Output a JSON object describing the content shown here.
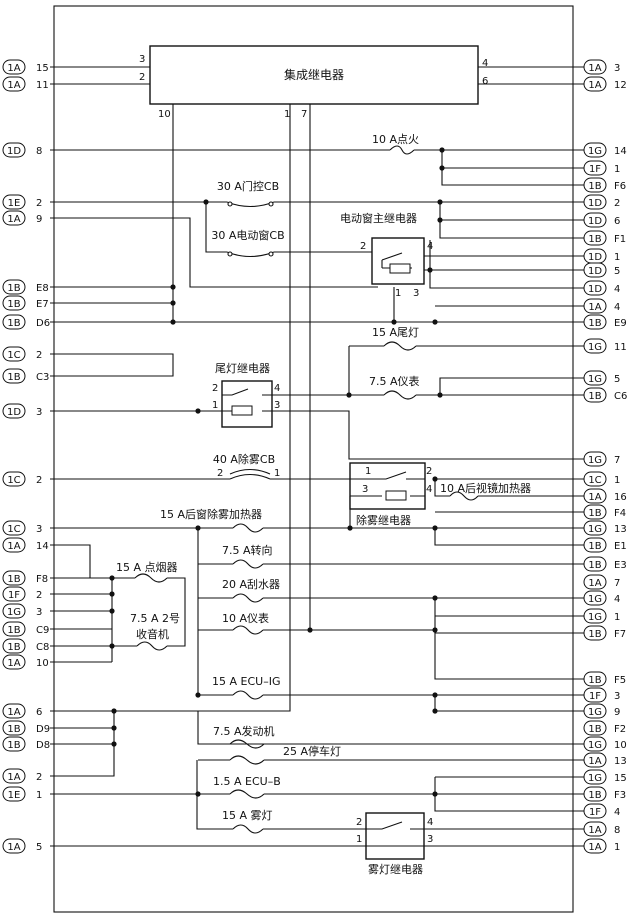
{
  "central": {
    "label": "集成继电器"
  },
  "left_connectors": [
    {
      "c": "1A",
      "p": "15"
    },
    {
      "c": "1A",
      "p": "11"
    },
    {
      "c": "1D",
      "p": "8"
    },
    {
      "c": "1E",
      "p": "2"
    },
    {
      "c": "1A",
      "p": "9"
    },
    {
      "c": "1B",
      "p": "E8"
    },
    {
      "c": "1B",
      "p": "E7"
    },
    {
      "c": "1B",
      "p": "D6"
    },
    {
      "c": "1C",
      "p": "2"
    },
    {
      "c": "1B",
      "p": "C3"
    },
    {
      "c": "1D",
      "p": "3"
    },
    {
      "c": "1C",
      "p": "2"
    },
    {
      "c": "1C",
      "p": "3"
    },
    {
      "c": "1A",
      "p": "14"
    },
    {
      "c": "1B",
      "p": "F8"
    },
    {
      "c": "1F",
      "p": "2"
    },
    {
      "c": "1G",
      "p": "3"
    },
    {
      "c": "1B",
      "p": "C9"
    },
    {
      "c": "1B",
      "p": "C8"
    },
    {
      "c": "1A",
      "p": "10"
    },
    {
      "c": "1A",
      "p": "6"
    },
    {
      "c": "1B",
      "p": "D9"
    },
    {
      "c": "1B",
      "p": "D8"
    },
    {
      "c": "1A",
      "p": "2"
    },
    {
      "c": "1E",
      "p": "1"
    },
    {
      "c": "1A",
      "p": "5"
    }
  ],
  "right_connectors": [
    {
      "c": "1A",
      "p": "3"
    },
    {
      "c": "1A",
      "p": "12"
    },
    {
      "c": "1G",
      "p": "14"
    },
    {
      "c": "1F",
      "p": "1"
    },
    {
      "c": "1B",
      "p": "F6"
    },
    {
      "c": "1D",
      "p": "2"
    },
    {
      "c": "1D",
      "p": "6"
    },
    {
      "c": "1B",
      "p": "F1"
    },
    {
      "c": "1D",
      "p": "1"
    },
    {
      "c": "1D",
      "p": "5"
    },
    {
      "c": "1D",
      "p": "4"
    },
    {
      "c": "1A",
      "p": "4"
    },
    {
      "c": "1B",
      "p": "E9"
    },
    {
      "c": "1G",
      "p": "11"
    },
    {
      "c": "1G",
      "p": "5"
    },
    {
      "c": "1B",
      "p": "C6"
    },
    {
      "c": "1G",
      "p": "7"
    },
    {
      "c": "1C",
      "p": "1"
    },
    {
      "c": "1A",
      "p": "16"
    },
    {
      "c": "1B",
      "p": "F4"
    },
    {
      "c": "1G",
      "p": "13"
    },
    {
      "c": "1B",
      "p": "E1"
    },
    {
      "c": "1B",
      "p": "E3"
    },
    {
      "c": "1A",
      "p": "7"
    },
    {
      "c": "1G",
      "p": "4"
    },
    {
      "c": "1G",
      "p": "1"
    },
    {
      "c": "1B",
      "p": "F7"
    },
    {
      "c": "1B",
      "p": "F5"
    },
    {
      "c": "1F",
      "p": "3"
    },
    {
      "c": "1G",
      "p": "9"
    },
    {
      "c": "1B",
      "p": "F2"
    },
    {
      "c": "1G",
      "p": "10"
    },
    {
      "c": "1A",
      "p": "13"
    },
    {
      "c": "1G",
      "p": "15"
    },
    {
      "c": "1B",
      "p": "F3"
    },
    {
      "c": "1F",
      "p": "4"
    },
    {
      "c": "1A",
      "p": "8"
    },
    {
      "c": "1A",
      "p": "1"
    }
  ],
  "fuses": [
    {
      "label": "10 A点火"
    },
    {
      "label": "15 A尾灯"
    },
    {
      "label": "7.5 A仪表"
    },
    {
      "label": "10 A后视镜加热器"
    },
    {
      "label": "15 A后窗除雾加热器"
    },
    {
      "label": "7.5 A转向"
    },
    {
      "label": "20 A刮水器"
    },
    {
      "label": "10 A仪表"
    },
    {
      "label": "15 A 点烟器"
    },
    {
      "label": "7.5 A 2号"
    },
    {
      "label": "15 A ECU–IG"
    },
    {
      "label": "7.5 A发动机"
    },
    {
      "label": "25 A停车灯"
    },
    {
      "label": "1.5 A ECU–B"
    },
    {
      "label": "15 A  雾灯"
    }
  ],
  "extra_labels": {
    "radio": "收音机"
  },
  "breakers": [
    {
      "label": "30 A门控CB"
    },
    {
      "label": "30 A电动窗CB"
    },
    {
      "label": "40 A除雾CB"
    }
  ],
  "relays": [
    {
      "label": "电动窗主继电器"
    },
    {
      "label": "尾灯继电器"
    },
    {
      "label": "除雾继电器"
    },
    {
      "label": "雾灯继电器"
    }
  ],
  "pins": {
    "central": [
      "3",
      "2",
      "4",
      "6",
      "10",
      "1",
      "7"
    ],
    "pw_relay": [
      "2",
      "4",
      "1",
      "3"
    ],
    "tail_relay": [
      "2",
      "4",
      "1",
      "3"
    ],
    "defog_relay": [
      "1",
      "2",
      "3",
      "4"
    ],
    "fog_relay": [
      "2",
      "4",
      "1",
      "3"
    ],
    "defog_cb": [
      "2",
      "1"
    ]
  }
}
